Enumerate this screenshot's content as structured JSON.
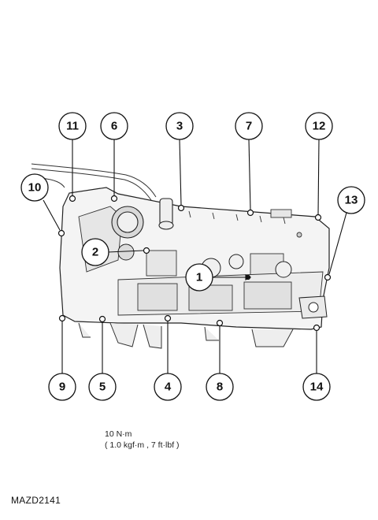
{
  "figure_id": "MAZD2141",
  "torque": {
    "line1": "10 N·m",
    "line2": "( 1.0 kgf·m , 7 ft·lbf )"
  },
  "callouts": {
    "c1": "1",
    "c2": "2",
    "c3": "3",
    "c4": "4",
    "c5": "5",
    "c6": "6",
    "c7": "7",
    "c8": "8",
    "c9": "9",
    "c10": "10",
    "c11": "11",
    "c12": "12",
    "c13": "13",
    "c14": "14"
  },
  "colors": {
    "line": "#222222",
    "background": "#ffffff",
    "shade": "#e8e8e8"
  }
}
